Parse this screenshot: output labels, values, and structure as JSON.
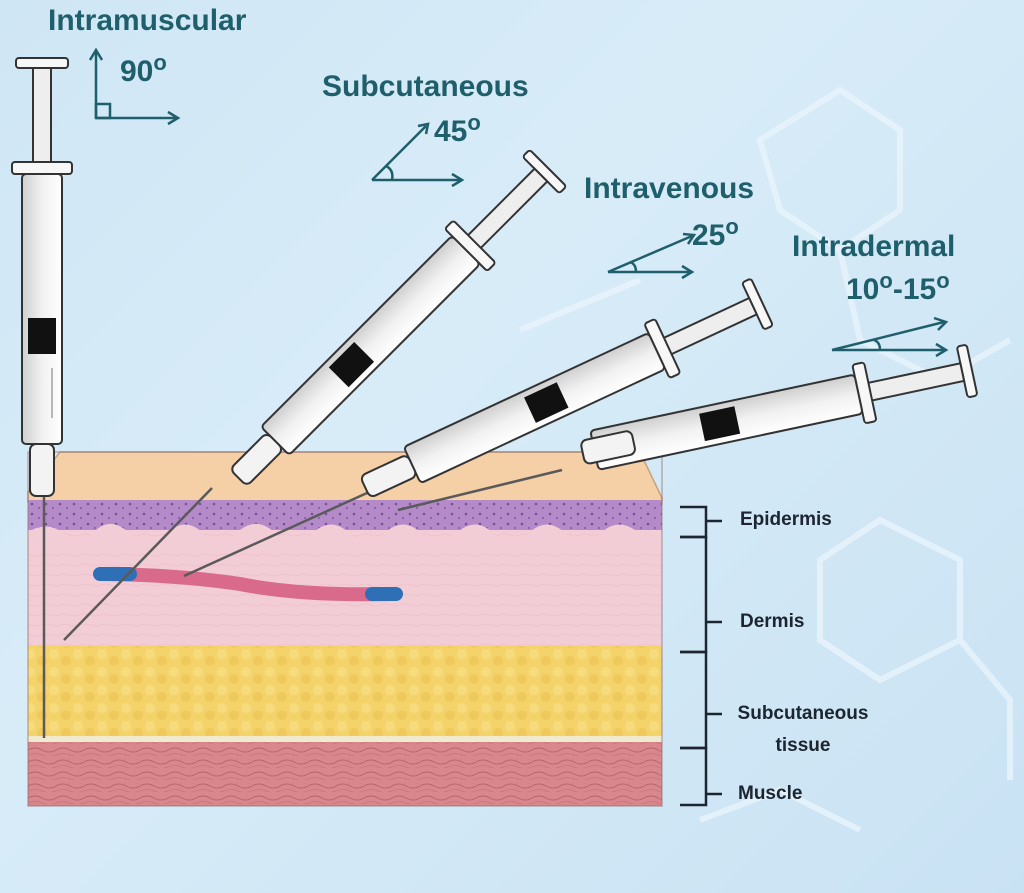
{
  "routes": [
    {
      "name": "Intramuscular",
      "angle": "90",
      "deg_symbol": "o"
    },
    {
      "name": "Subcutaneous",
      "angle": "45",
      "deg_symbol": "o"
    },
    {
      "name": "Intravenous",
      "angle": "25",
      "deg_symbol": "o"
    },
    {
      "name": "Intradermal",
      "angle_low": "10",
      "angle_sep": "-",
      "angle_high": "15",
      "deg_symbol": "o"
    }
  ],
  "layers": {
    "epidermis": "Epidermis",
    "dermis": "Dermis",
    "subcutaneous_line1": "Subcutaneous",
    "subcutaneous_line2": "tissue",
    "muscle": "Muscle"
  },
  "colors": {
    "label_text": "#1f5f6b",
    "epidermis": "#b48bc8",
    "dermis": "#f3cdd6",
    "fat": "#f4d36a",
    "muscle": "#d9878d",
    "skin_top": "#f5cfa6",
    "vein_red": "#d96a8c",
    "vein_blue": "#2f6fb5"
  }
}
